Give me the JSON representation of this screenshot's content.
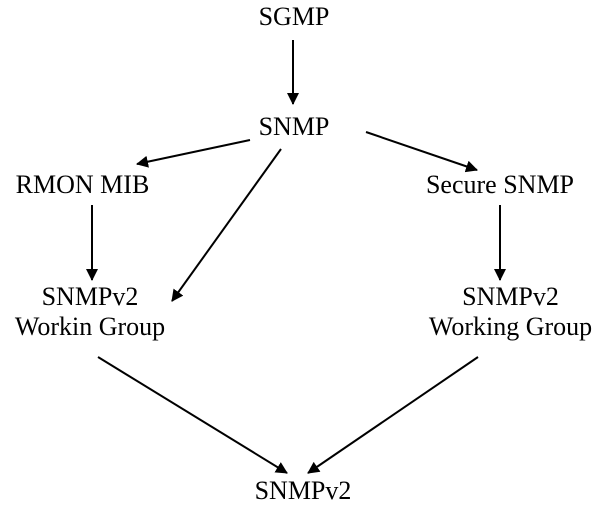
{
  "nodes": {
    "sgmp": {
      "label": "SGMP"
    },
    "snmp": {
      "label": "SNMP"
    },
    "rmon_mib": {
      "label": "RMON MIB"
    },
    "secure_snmp": {
      "label": "Secure SNMP"
    },
    "wg_left": {
      "line1": "SNMPv2",
      "line2": "Workin Group"
    },
    "wg_right": {
      "line1": "SNMPv2",
      "line2": "Working Group"
    },
    "snmpv2": {
      "label": "SNMPv2"
    }
  },
  "edges": [
    {
      "from": "sgmp",
      "to": "snmp"
    },
    {
      "from": "snmp",
      "to": "rmon_mib"
    },
    {
      "from": "snmp",
      "to": "secure_snmp"
    },
    {
      "from": "snmp",
      "to": "wg_left"
    },
    {
      "from": "rmon_mib",
      "to": "wg_left"
    },
    {
      "from": "secure_snmp",
      "to": "wg_right"
    },
    {
      "from": "wg_left",
      "to": "snmpv2"
    },
    {
      "from": "wg_right",
      "to": "snmpv2"
    }
  ],
  "colors": {
    "line": "#000000",
    "text": "#000000",
    "background": "#ffffff"
  }
}
